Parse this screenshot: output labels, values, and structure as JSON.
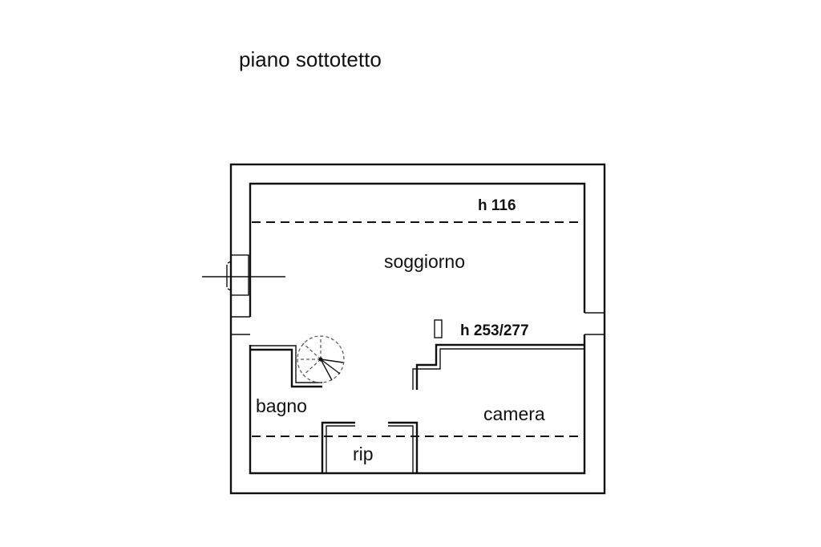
{
  "title": "piano sottotetto",
  "rooms": {
    "soggiorno": "soggiorno",
    "bagno": "bagno",
    "camera": "camera",
    "ripostiglio": "rip"
  },
  "heights": {
    "low": "h 116",
    "high": "h 253/277"
  }
}
